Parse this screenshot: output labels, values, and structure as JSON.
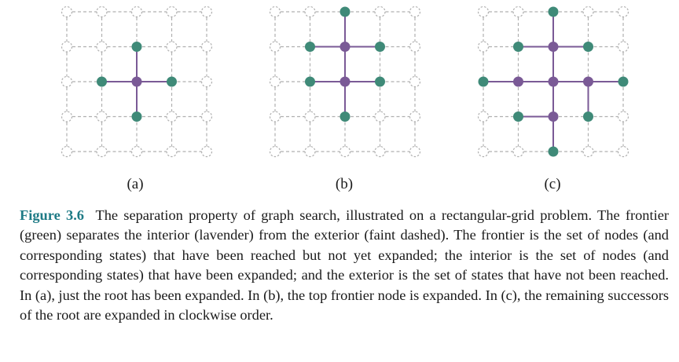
{
  "panels": [
    {
      "label": "(a)",
      "interior": [
        [
          2,
          2
        ]
      ],
      "frontier": [
        [
          2,
          1
        ],
        [
          1,
          2
        ],
        [
          3,
          2
        ],
        [
          2,
          3
        ]
      ],
      "edges": [
        [
          [
            2,
            2
          ],
          [
            2,
            1
          ]
        ],
        [
          [
            2,
            2
          ],
          [
            1,
            2
          ]
        ],
        [
          [
            2,
            2
          ],
          [
            3,
            2
          ]
        ],
        [
          [
            2,
            2
          ],
          [
            2,
            3
          ]
        ]
      ]
    },
    {
      "label": "(b)",
      "interior": [
        [
          2,
          2
        ],
        [
          2,
          1
        ]
      ],
      "frontier": [
        [
          2,
          0
        ],
        [
          1,
          1
        ],
        [
          3,
          1
        ],
        [
          1,
          2
        ],
        [
          3,
          2
        ],
        [
          2,
          3
        ]
      ],
      "edges": [
        [
          [
            2,
            2
          ],
          [
            2,
            1
          ]
        ],
        [
          [
            2,
            2
          ],
          [
            1,
            2
          ]
        ],
        [
          [
            2,
            2
          ],
          [
            3,
            2
          ]
        ],
        [
          [
            2,
            2
          ],
          [
            2,
            3
          ]
        ],
        [
          [
            2,
            1
          ],
          [
            2,
            0
          ]
        ],
        [
          [
            2,
            1
          ],
          [
            1,
            1
          ]
        ],
        [
          [
            2,
            1
          ],
          [
            3,
            1
          ]
        ]
      ]
    },
    {
      "label": "(c)",
      "interior": [
        [
          2,
          2
        ],
        [
          2,
          1
        ],
        [
          3,
          2
        ],
        [
          2,
          3
        ],
        [
          1,
          2
        ]
      ],
      "frontier": [
        [
          2,
          0
        ],
        [
          1,
          1
        ],
        [
          3,
          1
        ],
        [
          4,
          2
        ],
        [
          3,
          3
        ],
        [
          2,
          4
        ],
        [
          1,
          3
        ],
        [
          0,
          2
        ]
      ],
      "edges": [
        [
          [
            2,
            2
          ],
          [
            2,
            1
          ]
        ],
        [
          [
            2,
            2
          ],
          [
            1,
            2
          ]
        ],
        [
          [
            2,
            2
          ],
          [
            3,
            2
          ]
        ],
        [
          [
            2,
            2
          ],
          [
            2,
            3
          ]
        ],
        [
          [
            2,
            1
          ],
          [
            2,
            0
          ]
        ],
        [
          [
            2,
            1
          ],
          [
            1,
            1
          ]
        ],
        [
          [
            2,
            1
          ],
          [
            3,
            1
          ]
        ],
        [
          [
            3,
            2
          ],
          [
            4,
            2
          ]
        ],
        [
          [
            3,
            2
          ],
          [
            3,
            3
          ]
        ],
        [
          [
            2,
            3
          ],
          [
            2,
            4
          ]
        ],
        [
          [
            2,
            3
          ],
          [
            1,
            3
          ]
        ],
        [
          [
            1,
            2
          ],
          [
            0,
            2
          ]
        ]
      ]
    }
  ],
  "colors": {
    "interior": "#7a5a96",
    "frontier": "#3f8a78",
    "exterior": "#b0b0b0"
  },
  "caption": {
    "label": "Figure 3.6",
    "text": "The separation property of graph search, illustrated on a rectangular-grid problem. The frontier (green) separates the interior (lavender) from the exterior (faint dashed). The frontier is the set of nodes (and corresponding states) that have been reached but not yet expanded; the interior is the set of nodes (and corresponding states) that have been expanded; and the exterior is the set of states that have not been reached. In (a), just the root has been expanded. In (b), the top frontier node is expanded. In (c), the remaining successors of the root are expanded in clockwise order."
  }
}
